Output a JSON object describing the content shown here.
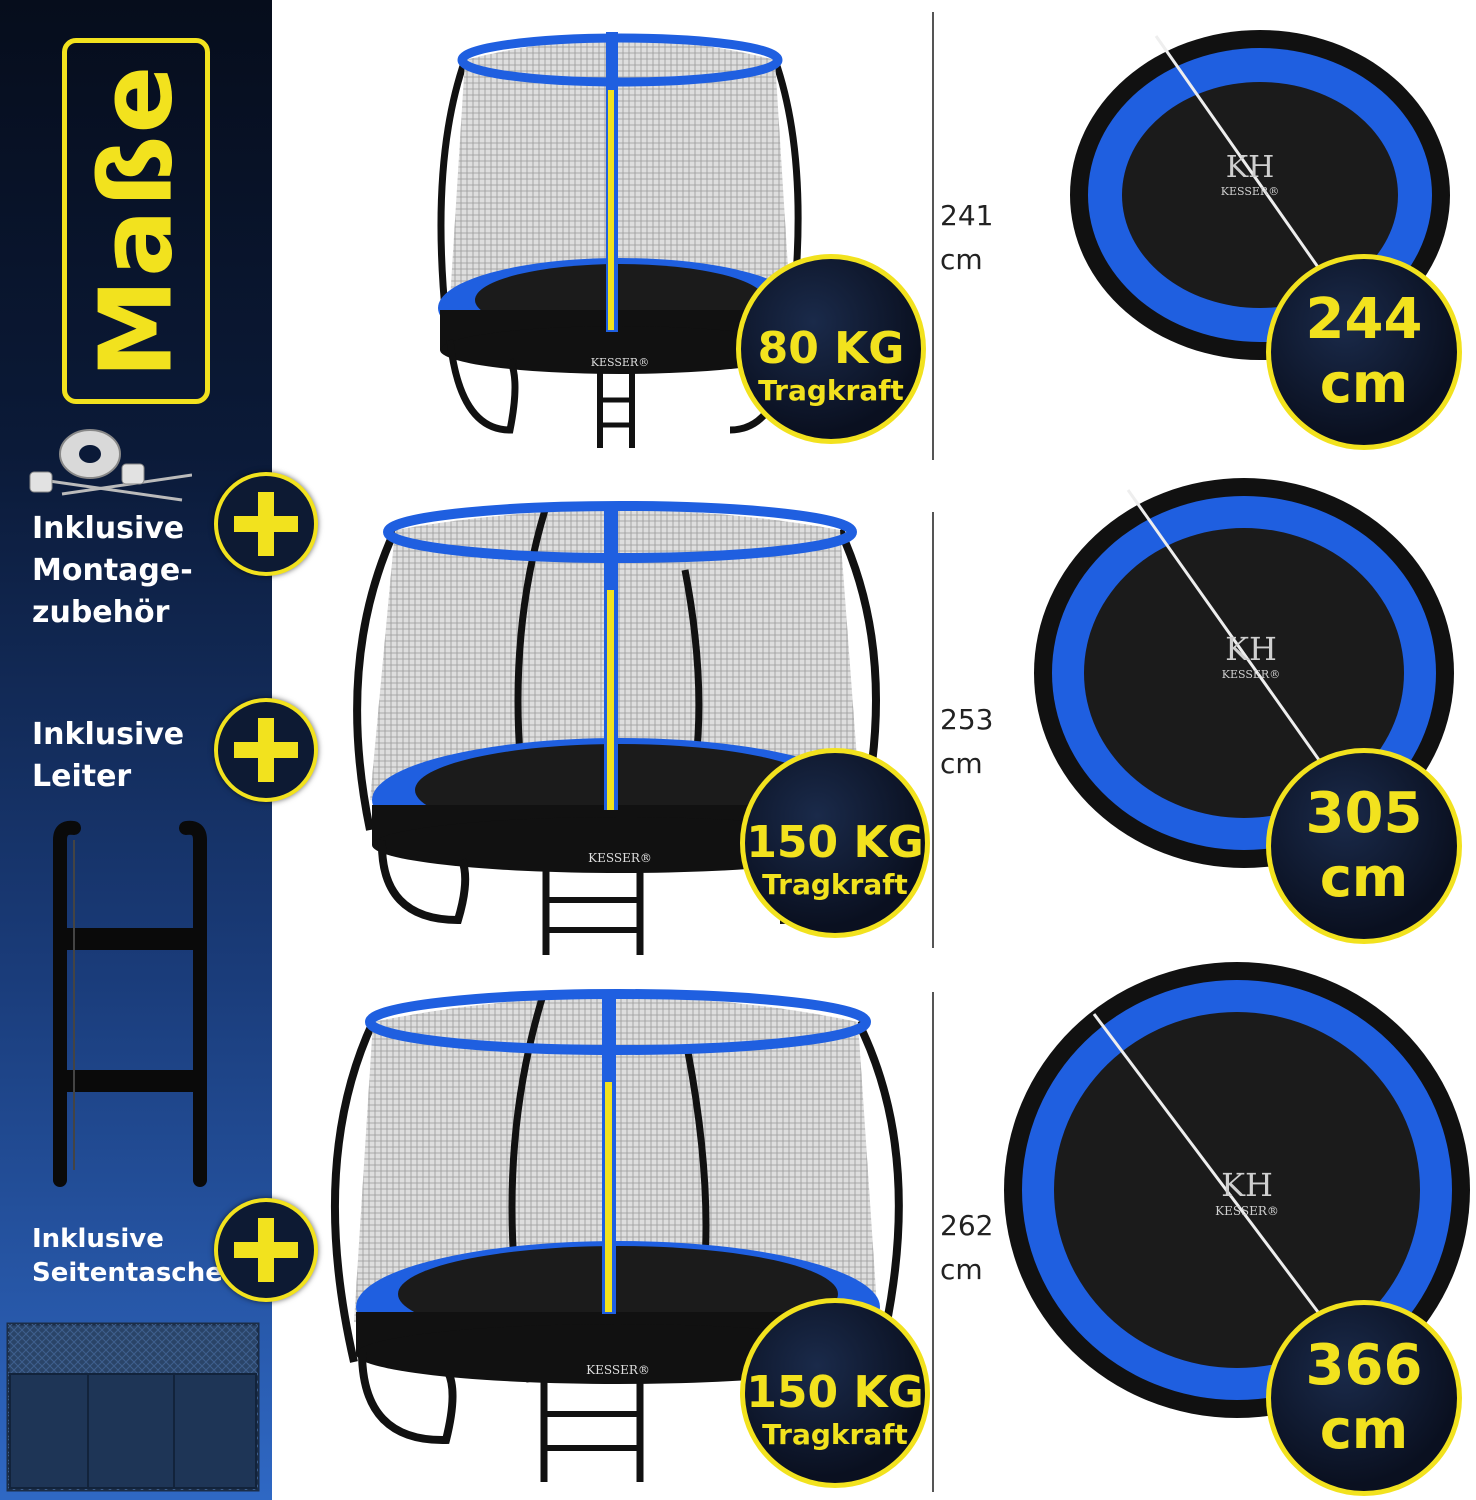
{
  "sidebar": {
    "title": "Maße",
    "accessories": [
      {
        "label_line1": "Inklusive",
        "label_line2": "Montage-",
        "label_line3": "zubehör"
      },
      {
        "label_line1": "Inklusive",
        "label_line2": "Leiter"
      },
      {
        "label_line1": "Inklusive",
        "label_line2": "Seitentasche"
      }
    ]
  },
  "logo_text": "KESSER®",
  "logo_mark": "KH",
  "models": [
    {
      "height_value": "241",
      "height_unit": "cm",
      "load_value": "80 KG",
      "load_label": "Tragkraft",
      "diameter_value": "244",
      "diameter_unit": "cm"
    },
    {
      "height_value": "253",
      "height_unit": "cm",
      "load_value": "150 KG",
      "load_label": "Tragkraft",
      "diameter_value": "305",
      "diameter_unit": "cm"
    },
    {
      "height_value": "262",
      "height_unit": "cm",
      "load_value": "150 KG",
      "load_label": "Tragkraft",
      "diameter_value": "366",
      "diameter_unit": "cm"
    }
  ],
  "colors": {
    "accent": "#f2e21e",
    "pad_blue": "#1f5fe0",
    "mat": "#1b1b1b",
    "frame": "#111111"
  }
}
